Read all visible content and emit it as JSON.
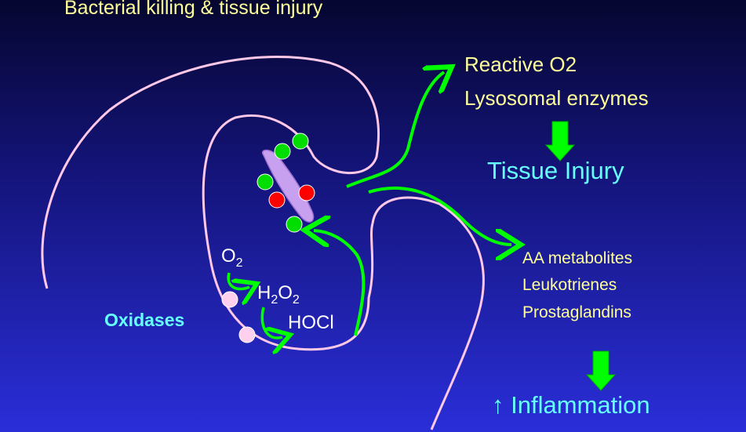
{
  "title": "Bacterial killing & tissue injury",
  "products": {
    "reactive": "Reactive O2",
    "lysosomal": "Lysosomal enzymes",
    "tissue_injury": "Tissue Injury"
  },
  "metabolites": {
    "aa": "AA metabolites",
    "leukotrienes": "Leukotrienes",
    "prostaglandins": "Prostaglandins",
    "inflammation": "↑ Inflammation"
  },
  "chemistry": {
    "o": "O",
    "o_sub": "2",
    "h": "H",
    "h_sub": "2",
    "o2": "O",
    "o2_sub": "2",
    "hocl": "HOCl",
    "oxidases": "Oxidases"
  },
  "colors": {
    "text_yellow": "#ffff99",
    "text_cyan": "#66ffff",
    "arrow_green": "#00ff00",
    "membrane_pink": "#ffc8e6",
    "bacterium_purple": "#c8a0f0",
    "granule_green": "#00dd00",
    "granule_red": "#ff0000"
  }
}
